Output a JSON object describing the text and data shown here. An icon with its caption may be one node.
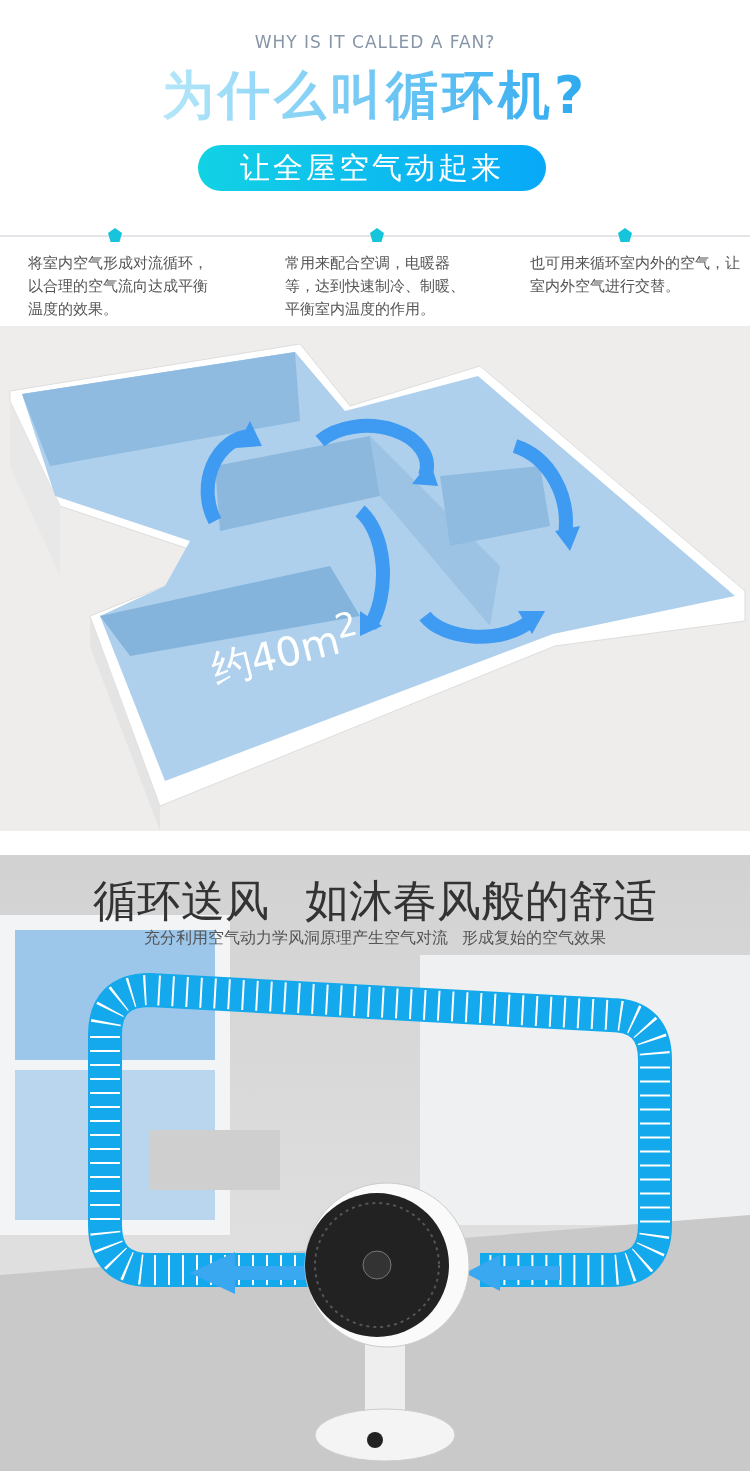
{
  "diagram": {
    "title": "为什么叫循环机?",
    "labels": [
      "WHY IS IT CALLED A FAN?",
      "让全屋空气动起来",
      "将室内空气形成对流循环，以合理的空气流向达成平衡温度的效果。",
      "常用来配合空调，电暖器等，达到快速制冷、制暖、平衡室内温度的作用。",
      "也可用来循环室内外的空气，让室内外空气进行交替。",
      "约40m$^{2}$",
      "循环送风 如沐春风般的舒适",
      "充分利用空气动力学风洞原理产生空气对流 形成复始的空气效果"
    ]
  }
}
